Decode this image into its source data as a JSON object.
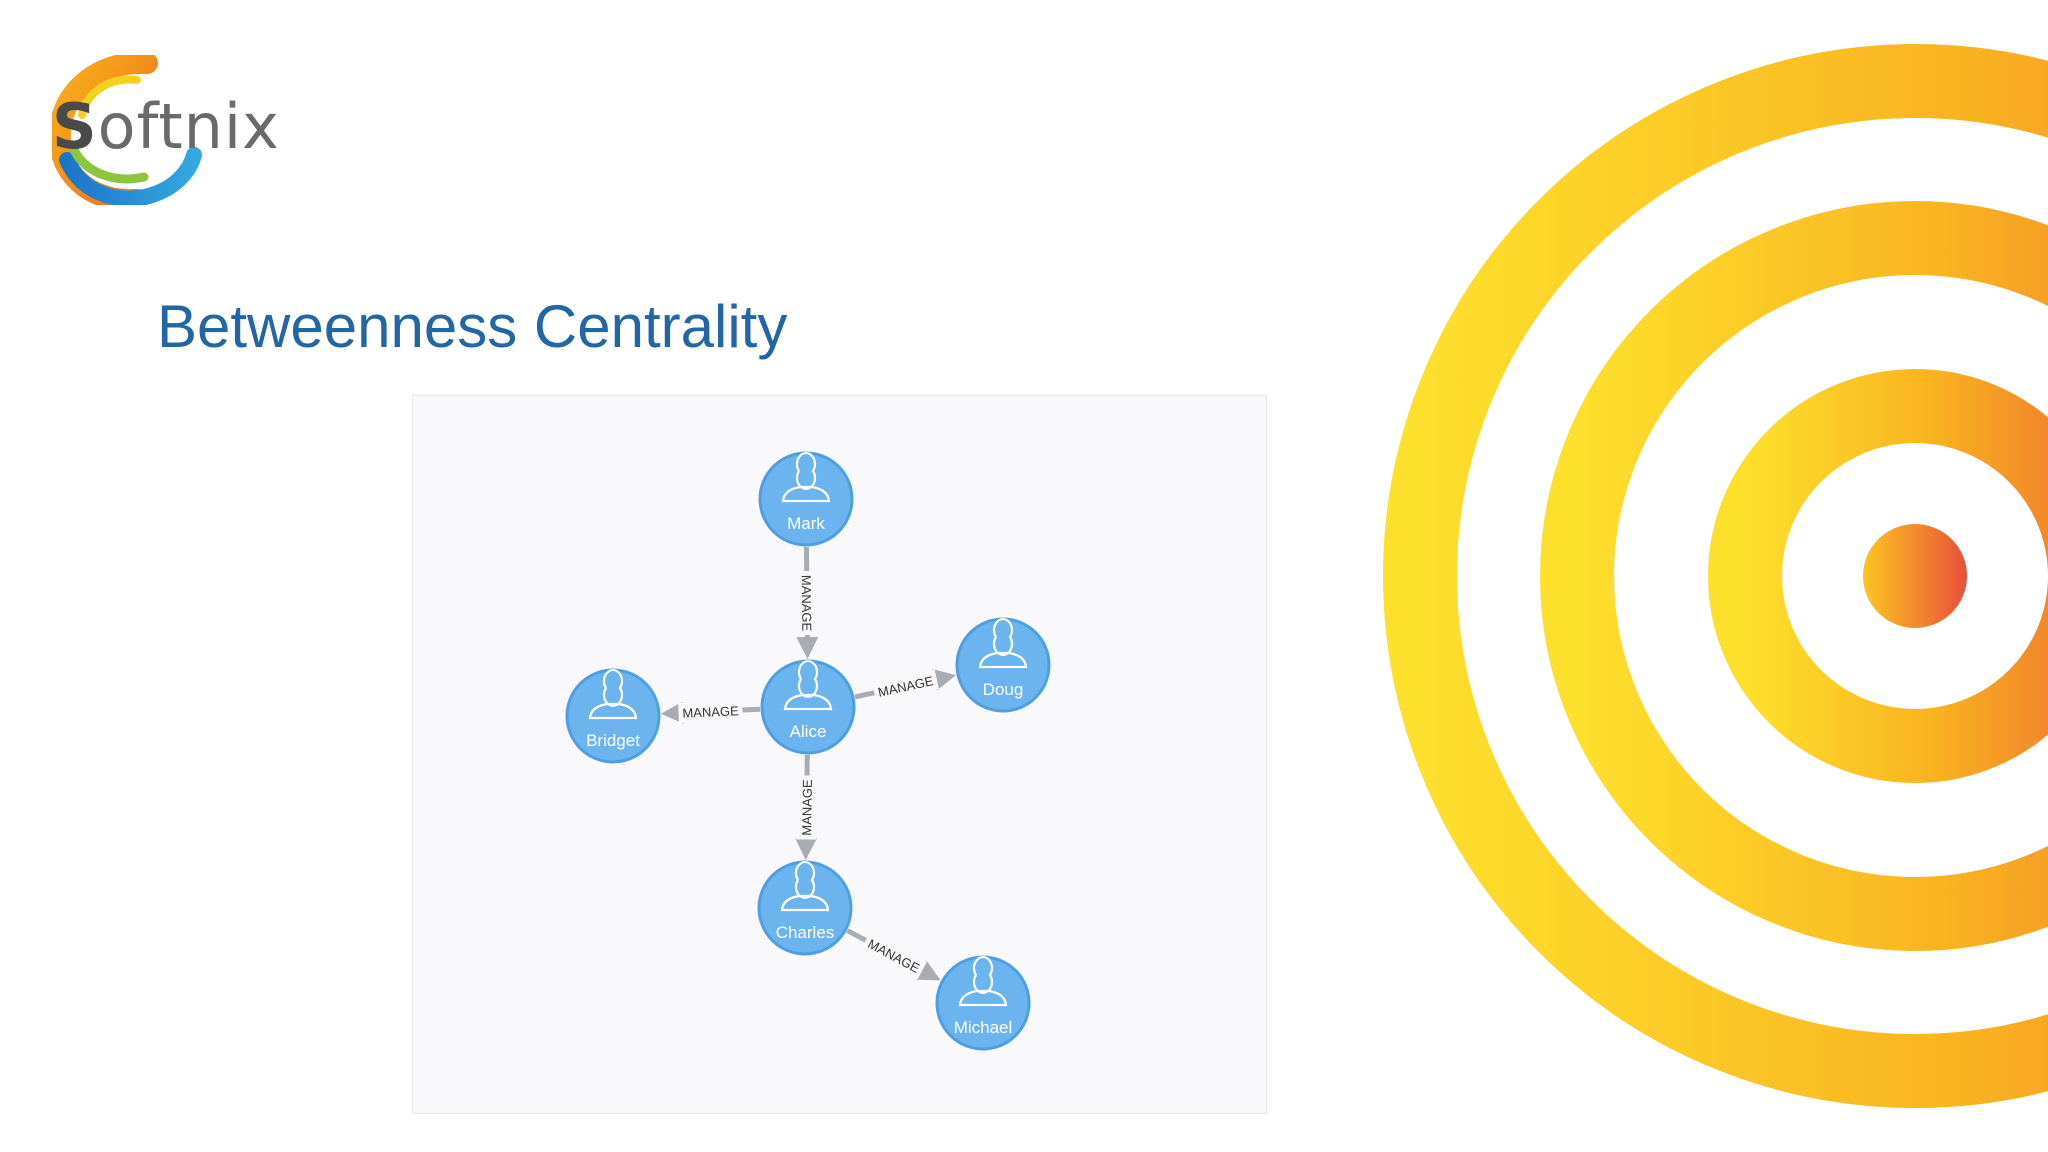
{
  "logo": {
    "text_first": "S",
    "text_rest": "oftnix"
  },
  "title": "Betweenness Centrality",
  "diagram": {
    "nodes": [
      {
        "id": "mark",
        "label": "Mark"
      },
      {
        "id": "alice",
        "label": "Alice"
      },
      {
        "id": "doug",
        "label": "Doug"
      },
      {
        "id": "bridget",
        "label": "Bridget"
      },
      {
        "id": "charles",
        "label": "Charles"
      },
      {
        "id": "michael",
        "label": "Michael"
      }
    ],
    "edges": [
      {
        "from": "mark",
        "to": "alice",
        "label": "MANAGE"
      },
      {
        "from": "alice",
        "to": "doug",
        "label": "MANAGE"
      },
      {
        "from": "alice",
        "to": "bridget",
        "label": "MANAGE"
      },
      {
        "from": "alice",
        "to": "charles",
        "label": "MANAGE"
      },
      {
        "from": "charles",
        "to": "michael",
        "label": "MANAGE"
      }
    ]
  },
  "colors": {
    "node_fill": "#6cb4f0",
    "node_stroke": "#4f9ee0",
    "edge": "#a9adb3",
    "title": "#2266a8"
  }
}
